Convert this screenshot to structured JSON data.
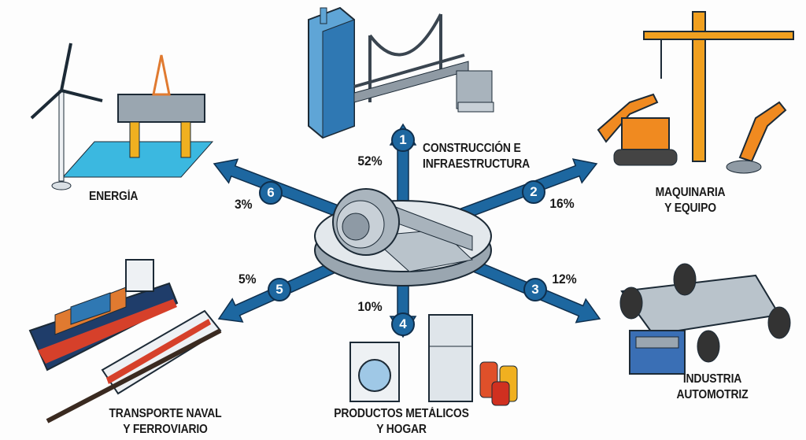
{
  "title": "Steel consumption by sector",
  "colors": {
    "arrow": "#1d67a0",
    "arrow_dark": "#0f2f4d",
    "steel": "#c9d1d8"
  },
  "sectors": [
    {
      "number": "1",
      "percent": "52%",
      "label_lines": [
        "CONSTRUCCIÓN E",
        "INFRAESTRUCTURA"
      ],
      "icon": "skyscraper-bridge-icon"
    },
    {
      "number": "2",
      "percent": "16%",
      "label_lines": [
        "MAQUINARIA",
        "Y EQUIPO"
      ],
      "icon": "crane-excavator-icon"
    },
    {
      "number": "3",
      "percent": "12%",
      "label_lines": [
        "INDUSTRIA",
        "AUTOMOTRIZ"
      ],
      "icon": "car-chassis-icon"
    },
    {
      "number": "4",
      "percent": "10%",
      "label_lines": [
        "PRODUCTOS METÁLICOS",
        "Y HOGAR"
      ],
      "icon": "appliances-icon"
    },
    {
      "number": "5",
      "percent": "5%",
      "label_lines": [
        "TRANSPORTE NAVAL",
        "Y FERROVIARIO"
      ],
      "icon": "ship-train-icon"
    },
    {
      "number": "6",
      "percent": "3%",
      "label_lines": [
        "ENERGÍA"
      ],
      "icon": "wind-oil-rig-icon"
    }
  ]
}
